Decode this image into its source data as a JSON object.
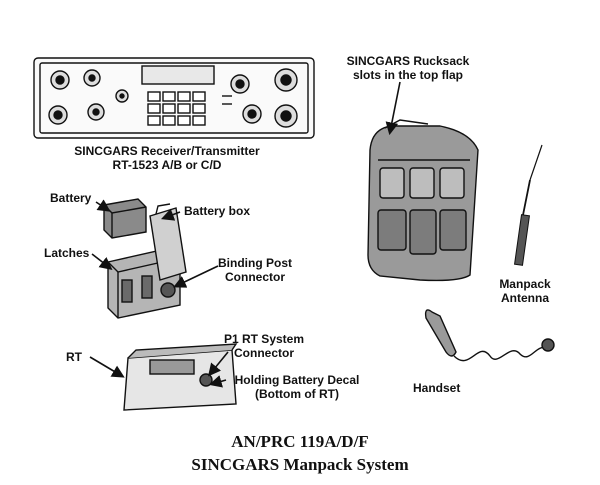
{
  "labels": {
    "receiver_line1": "SINCGARS Receiver/Transmitter",
    "receiver_line2": "RT-1523 A/B or C/D",
    "rucksack_line1": "SINCGARS Rucksack",
    "rucksack_line2": "slots in the top flap",
    "battery": "Battery",
    "battery_box": "Battery box",
    "latches": "Latches",
    "binding_post_line1": "Binding Post",
    "binding_post_line2": "Connector",
    "antenna_line1": "Manpack",
    "antenna_line2": "Antenna",
    "rt": "RT",
    "p1_line1": "P1 RT System",
    "p1_line2": "Connector",
    "decal_line1": "Holding Battery Decal",
    "decal_line2": "(Bottom of RT)",
    "handset": "Handset"
  },
  "caption": {
    "line1": "AN/PRC 119A/D/F",
    "line2": "SINCGARS Manpack System"
  }
}
